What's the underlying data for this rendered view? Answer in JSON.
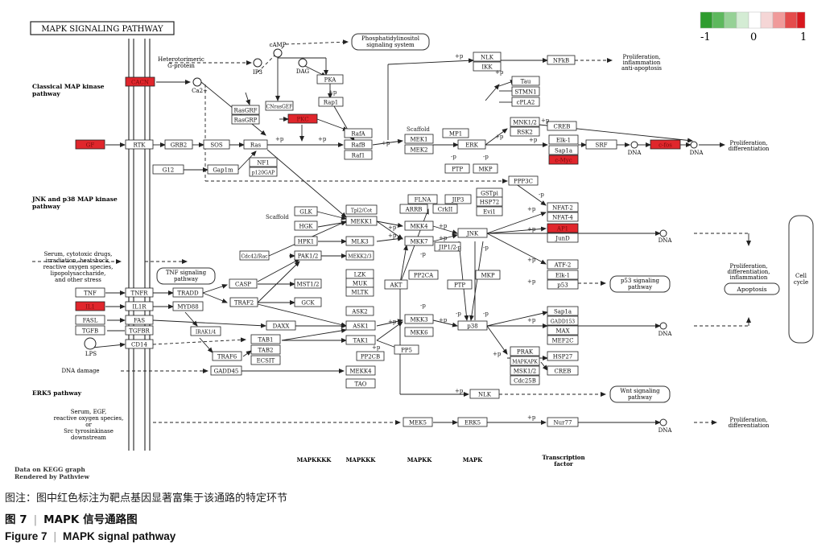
{
  "diagram": {
    "title": "MAPK SIGNALING PATHWAY",
    "legend_min": "-1",
    "legend_mid": "0",
    "legend_max": "1",
    "data_on": "Data on KEGG graph",
    "rendered_by": "Rendered by Pathview",
    "sections": {
      "classical": "Classical MAP kinase pathway",
      "jnk": "JNK and p38 MAP kinase pathway",
      "erk5": "ERK5 pathway"
    },
    "column_labels": [
      "MAPKKKK",
      "MAPKKK",
      "MAPKK",
      "MAPK",
      "Transcription factor"
    ],
    "inputs": {
      "stress": "Serum, cytotoxic drugs, irradiation, heatshock, reactive oxygen species, lipopolysaccharide, and other stress",
      "hetero": "Heterotrimeric G-protein",
      "dna_damage": "DNA damage",
      "erk5_input": "Serum, EGF, reactive oxygen species, or Src tyrosinkinase downstream"
    },
    "outputs": {
      "prolif_inflam": "Proliferation, inflammation anti-apoptosis",
      "prolif_diff": "Proliferation, differentiation",
      "prolif_diff_inflam": "Proliferation, differentiation, inflammation",
      "apoptosis": "Apoptosis",
      "cell_cycle": "Cell cycle",
      "pi_system": "Phosphatidylinositol signaling system",
      "tnf_path": "TNF signaling pathway",
      "p53_path": "p53 signaling pathway",
      "wnt_path": "Wnt signaling pathway"
    },
    "highlight_color": "#e0262c",
    "highlighted_nodes": [
      "CACN",
      "GF",
      "PKC",
      "IL1",
      "c-Myc",
      "c-fos",
      "AP1"
    ],
    "caption": {
      "note": "图注：图中红色标注为靶点基因显著富集于该通路的特定环节",
      "fig_cn_label": "图 7",
      "fig_cn_title": "MAPK 信号通路图",
      "fig_en_label": "Figure 7",
      "fig_en_title": "MAPK signal pathway"
    }
  }
}
